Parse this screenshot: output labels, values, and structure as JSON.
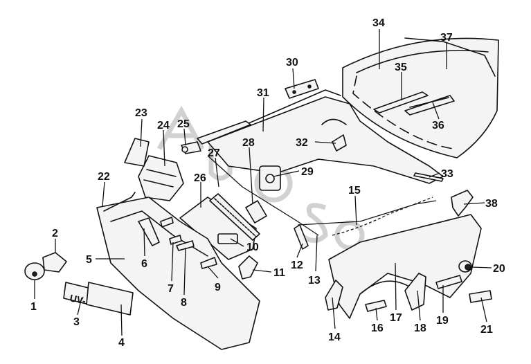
{
  "diagram": {
    "watermark": "autosoft",
    "callouts": [
      "1",
      "2",
      "3",
      "4",
      "5",
      "6",
      "7",
      "8",
      "9",
      "10",
      "11",
      "12",
      "13",
      "14",
      "15",
      "16",
      "17",
      "18",
      "19",
      "20",
      "21",
      "22",
      "23",
      "24",
      "25",
      "26",
      "27",
      "28",
      "29",
      "30",
      "31",
      "32",
      "33",
      "34",
      "35",
      "36",
      "37",
      "38"
    ],
    "plate_text": "UV-WD"
  }
}
